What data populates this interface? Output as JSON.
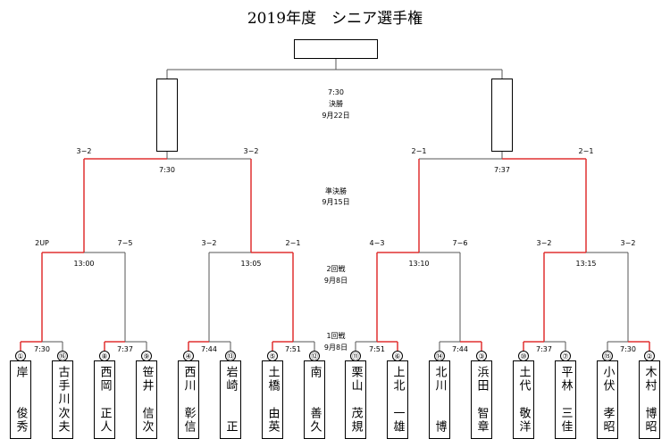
{
  "title": "2019年度　シニア選手権",
  "final": {
    "time": "7:30",
    "label": "決勝",
    "date": "9月22日"
  },
  "semi": {
    "label": "準決勝",
    "date": "9月15日",
    "left_time": "7:30",
    "right_time": "7:37",
    "scores": [
      "3−2",
      "3−2",
      "2−1",
      "2−1"
    ]
  },
  "round2": {
    "label": "2回戦",
    "date": "9月8日",
    "times": [
      "13:00",
      "13:05",
      "13:10",
      "13:15"
    ],
    "scores": [
      "2UP",
      "7−5",
      "3−2",
      "2−1",
      "4−3",
      "7−6",
      "3−2",
      "3−2"
    ]
  },
  "round1": {
    "label": "1回戦",
    "date": "9月8日",
    "times": [
      "7:30",
      "7:37",
      "7:44",
      "7:51",
      "7:51",
      "7:44",
      "7:37",
      "7:30"
    ]
  },
  "players": [
    {
      "seed": "①",
      "given": "岸",
      "family": "俊秀"
    },
    {
      "seed": "⑯",
      "given": "古手川",
      "family": "次夫"
    },
    {
      "seed": "⑧",
      "given": "西岡",
      "family": "正人"
    },
    {
      "seed": "⑨",
      "given": "笹井",
      "family": "信次"
    },
    {
      "seed": "④",
      "given": "西川",
      "family": "彰信"
    },
    {
      "seed": "⑬",
      "given": "岩崎",
      "family": "正"
    },
    {
      "seed": "⑤",
      "given": "土橋",
      "family": "由英"
    },
    {
      "seed": "⑫",
      "given": "南",
      "family": "善久"
    },
    {
      "seed": "⑪",
      "given": "栗山",
      "family": "茂規"
    },
    {
      "seed": "⑥",
      "given": "上北",
      "family": "一雄"
    },
    {
      "seed": "⑭",
      "given": "北川",
      "family": "博"
    },
    {
      "seed": "③",
      "given": "浜田",
      "family": "智章"
    },
    {
      "seed": "⑩",
      "given": "土代",
      "family": "敬洋"
    },
    {
      "seed": "⑦",
      "given": "平林",
      "family": "三佳"
    },
    {
      "seed": "⑮",
      "given": "小伏",
      "family": "孝昭"
    },
    {
      "seed": "②",
      "given": "木村",
      "family": "博昭"
    }
  ],
  "colors": {
    "winner_line": "#e03030",
    "line": "#555555"
  }
}
